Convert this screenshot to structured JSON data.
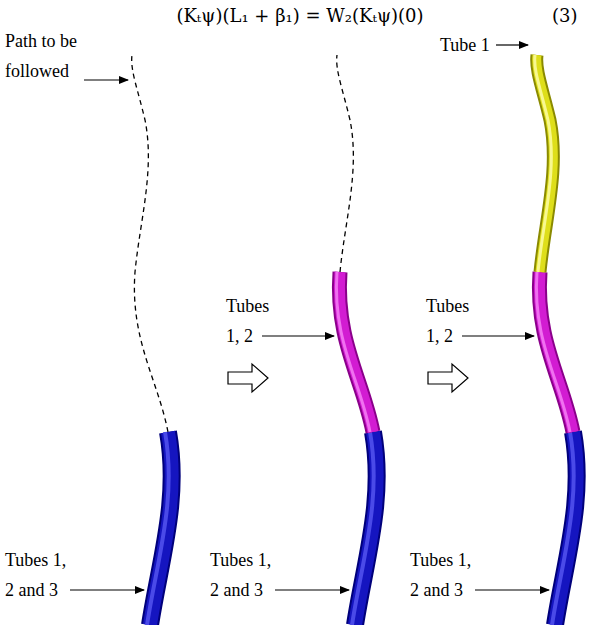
{
  "diagram": {
    "labels": [
      "(Kₜψ)(L₁ + β₁) = W₂(Kₜψ)(0)",
      "(3)",
      "Path to be followed",
      "Tube 1",
      "Tubes 1, 2",
      "Tubes 1, 2",
      "Tubes 1, 2 and 3",
      "Tubes 1, 2 and 3",
      "Tubes 1, 2 and 3"
    ]
  }
}
